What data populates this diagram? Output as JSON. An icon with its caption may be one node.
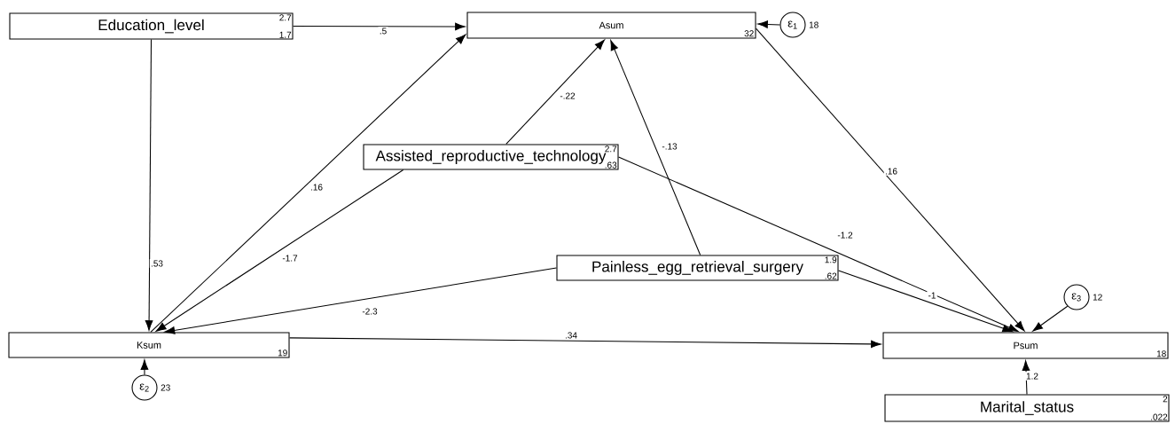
{
  "diagram": {
    "nodes": [
      {
        "text": [
          "Education_level",
          "2.7",
          "1.7"
        ]
      },
      {
        "text": [
          "Asum",
          "32"
        ]
      },
      {
        "text": [
          "ε$_{1}$"
        ],
        "beside": [
          "18"
        ]
      },
      {
        "text": [
          "Assisted_reproductive_technology",
          "2.7",
          ".63"
        ]
      },
      {
        "text": [
          "Painless_egg_retrieval_surgery",
          "1.9",
          ".62"
        ]
      },
      {
        "text": [
          "Ksum",
          "19"
        ]
      },
      {
        "text": [
          "ε$_{2}$"
        ],
        "beside": [
          "23"
        ]
      },
      {
        "text": [
          "Psum",
          "18"
        ]
      },
      {
        "text": [
          "ε$_{3}$"
        ],
        "beside": [
          "12"
        ]
      },
      {
        "text": [
          "Marital_status",
          "2",
          ".022"
        ]
      }
    ],
    "edges": [
      {
        "from": 0,
        "to": 1,
        "arrow": "to",
        "label": ".5"
      },
      {
        "from": 0,
        "to": 5,
        "arrow": "to",
        "label": ".53"
      },
      {
        "from": 5,
        "to": 1,
        "arrow": "to",
        "label": ".16"
      },
      {
        "from": 3,
        "to": 1,
        "arrow": "to",
        "label": "-.22"
      },
      {
        "from": 3,
        "to": 5,
        "arrow": "to",
        "label": "-1.7"
      },
      {
        "from": 4,
        "to": 1,
        "arrow": "to",
        "label": "-.13"
      },
      {
        "from": 3,
        "to": 7,
        "arrow": "to",
        "label": "-1.2"
      },
      {
        "from": 4,
        "to": 7,
        "arrow": "to",
        "label": "-1"
      },
      {
        "from": 4,
        "to": 5,
        "arrow": "to",
        "label": "-2.3"
      },
      {
        "from": 1,
        "to": 7,
        "arrow": "to",
        "label": ".16"
      },
      {
        "from": 5,
        "to": 7,
        "arrow": "to",
        "label": ".34"
      },
      {
        "from": 2,
        "to": 1,
        "arrow": "to"
      },
      {
        "from": 6,
        "to": 5,
        "arrow": "to"
      },
      {
        "from": 8,
        "to": 7,
        "arrow": "to"
      },
      {
        "from": 9,
        "to": 7,
        "arrow": "to",
        "label": "1.2"
      }
    ]
  }
}
